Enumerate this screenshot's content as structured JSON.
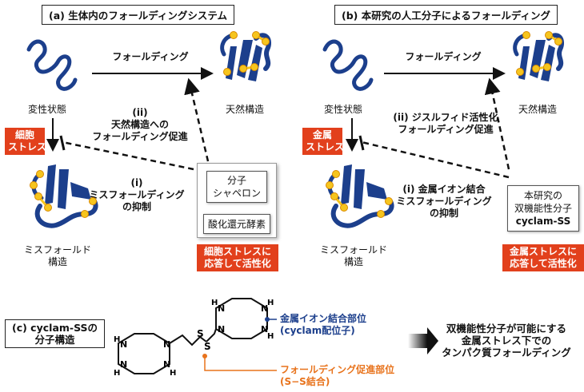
{
  "panel_a": {
    "title": "(a) 生体内のフォールディングシステム",
    "folding_label": "フォールディング",
    "denatured": "変性状態",
    "native": "天然構造",
    "stress_box": "細胞\nストレス",
    "path_ii": "(ii)\n天然構造への\nフォールディング促進",
    "path_i": "(i)\nミスフォールディング\nの抑制",
    "misfold": "ミスフォールド\n構造",
    "chaperone": "分子\nシャペロン",
    "enzyme": "酸化還元酵素",
    "activation": "細胞ストレスに\n応答して活性化"
  },
  "panel_b": {
    "title": "(b) 本研究の人工分子によるフォールディング",
    "folding_label": "フォールディング",
    "denatured": "変性状態",
    "native": "天然構造",
    "stress_box": "金属\nストレス",
    "path_ii": "(ii) ジスルフィド活性化\nフォールディング促進",
    "path_i": "(i) 金属イオン結合\nミスフォールディング\nの抑制",
    "misfold": "ミスフォールド\n構造",
    "molecule_l1": "本研究の",
    "molecule_l2": "双機能性分子",
    "molecule_l3": "cyclam-SS",
    "activation": "金属ストレスに\n応答して活性化"
  },
  "panel_c": {
    "title": "(c) cyclam-SSの\n分子構造",
    "metal_site": "金属イオン結合部位\n(cyclam配位子)",
    "folding_site": "フォールディング促進部位\n(S−S結合)",
    "atom_n": "N",
    "atom_h": "H",
    "atom_s": "S",
    "conclusion": "双機能性分子が可能にする\n金属ストレス下での\nタンパク質フォールディング"
  },
  "colors": {
    "protein": "#1c3f8c",
    "gold": "#f6c51e",
    "stress_red": "#e2401c",
    "metal_blue": "#1c3f8c",
    "folding_orange": "#e8731c"
  }
}
